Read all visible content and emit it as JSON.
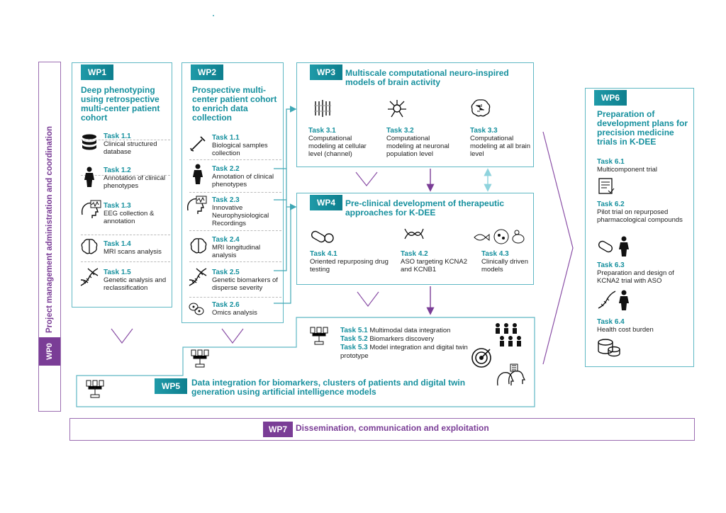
{
  "wp0": {
    "tag": "WP0",
    "label": "Project management administration and coordination"
  },
  "wp1": {
    "tag": "WP1",
    "title": "Deep phenotyping using retrospective multi-center patient cohort",
    "tasks": [
      {
        "name": "Task 1.1",
        "desc": "Clinical structured database"
      },
      {
        "name": "Task 1.2",
        "desc": "Annotation of clinical phenotypes"
      },
      {
        "name": "Task 1.3",
        "desc": "EEG collection & annotation"
      },
      {
        "name": "Task 1.4",
        "desc": "MRI scans analysis"
      },
      {
        "name": "Task 1.5",
        "desc": "Genetic analysis and reclassification"
      }
    ]
  },
  "wp2": {
    "tag": "WP2",
    "title": "Prospective multi-center patient cohort to enrich data collection",
    "tasks": [
      {
        "name": "Task 1.1",
        "desc": "Biological samples collection"
      },
      {
        "name": "Task 2.2",
        "desc": "Annotation of clinical phenotypes"
      },
      {
        "name": "Task 2.3",
        "desc": "Innovative Neurophysiological Recordings"
      },
      {
        "name": "Task 2.4",
        "desc": "MRI longitudinal analysis"
      },
      {
        "name": "Task 2.5",
        "desc": "Genetic biomarkers of disperse severity"
      },
      {
        "name": "Task 2.6",
        "desc": "Omics analysis"
      }
    ]
  },
  "wp3": {
    "tag": "WP3",
    "title": "Multiscale computational neuro-inspired models of brain activity",
    "tasks": [
      {
        "name": "Task 3.1",
        "desc": "Computational modeling at cellular level (channel)"
      },
      {
        "name": "Task 3.2",
        "desc": "Computational modeling at neuronal population level"
      },
      {
        "name": "Task 3.3",
        "desc": "Computational modeling at all brain level"
      }
    ]
  },
  "wp4": {
    "tag": "WP4",
    "title": "Pre-clinical development of therapeutic approaches for K-DEE",
    "tasks": [
      {
        "name": "Task 4.1",
        "desc": "Oriented repurposing drug testing"
      },
      {
        "name": "Task 4.2",
        "desc": "ASO targeting KCNA2 and KCNB1"
      },
      {
        "name": "Task 4.3",
        "desc": "Clinically driven models"
      }
    ]
  },
  "wp5": {
    "tag": "WP5",
    "title": "Data integration for biomarkers, clusters of patients and digital twin generation using artificial intelligence models",
    "tasks": [
      {
        "name": "Task 5.1",
        "desc": "Multimodal data integration"
      },
      {
        "name": "Task 5.2",
        "desc": "Biomarkers discovery"
      },
      {
        "name": "Task 5.3",
        "desc": "Model integration and digital twin prototype"
      }
    ]
  },
  "wp6": {
    "tag": "WP6",
    "title": "Preparation of development plans for precision medicine trials in K-DEE",
    "tasks": [
      {
        "name": "Task 6.1",
        "desc": "Multicomponent trial"
      },
      {
        "name": "Task 6.2",
        "desc": "Pilot trial on repurposed pharmacological compounds"
      },
      {
        "name": "Task 6.3",
        "desc": "Preparation and design of KCNA2 trial with ASO"
      },
      {
        "name": "Task 6.4",
        "desc": "Health cost burden"
      }
    ]
  },
  "wp7": {
    "tag": "WP7",
    "label": "Dissemination, communication and exploitation"
  },
  "colors": {
    "teal": "#16909e",
    "purple": "#7a3d96",
    "border": "#5fb8c4"
  }
}
